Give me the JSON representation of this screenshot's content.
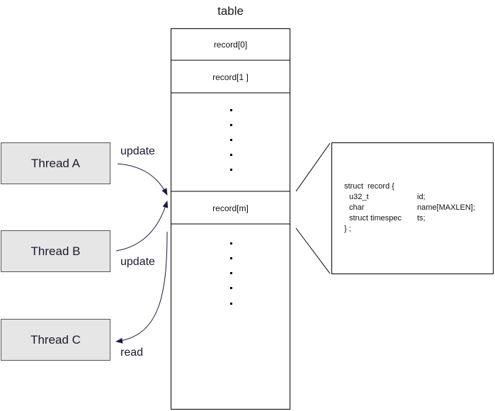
{
  "table": {
    "title": "table",
    "records": [
      "record[0]",
      "record[1 ]",
      "record[m]"
    ]
  },
  "threads": [
    {
      "name": "Thread A",
      "op": "update"
    },
    {
      "name": "Thread B",
      "op": "update"
    },
    {
      "name": "Thread C",
      "op": "read"
    }
  ],
  "struct": {
    "header": "struct  record {",
    "fields": [
      {
        "type": "u32_t",
        "name": "id;"
      },
      {
        "type": "char",
        "name": "name[MAXLEN];"
      },
      {
        "type": "struct timespec",
        "name": "ts;"
      }
    ],
    "footer": "} ;"
  },
  "colors": {
    "thread_fill": "#e6e6e6",
    "arrow": "#1a1a4a"
  }
}
